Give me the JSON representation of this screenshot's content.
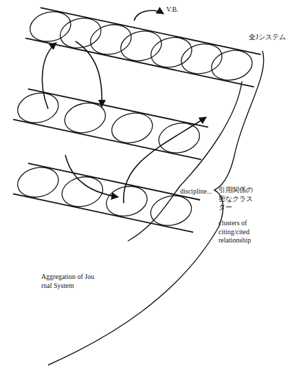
{
  "diagram": {
    "labels": [
      "V.B.",
      "全Jシステム",
      "discipline...",
      "引用関係の密なクラスター",
      "clusters of citing/cited relationship",
      "Aggregation of Journal System"
    ]
  }
}
